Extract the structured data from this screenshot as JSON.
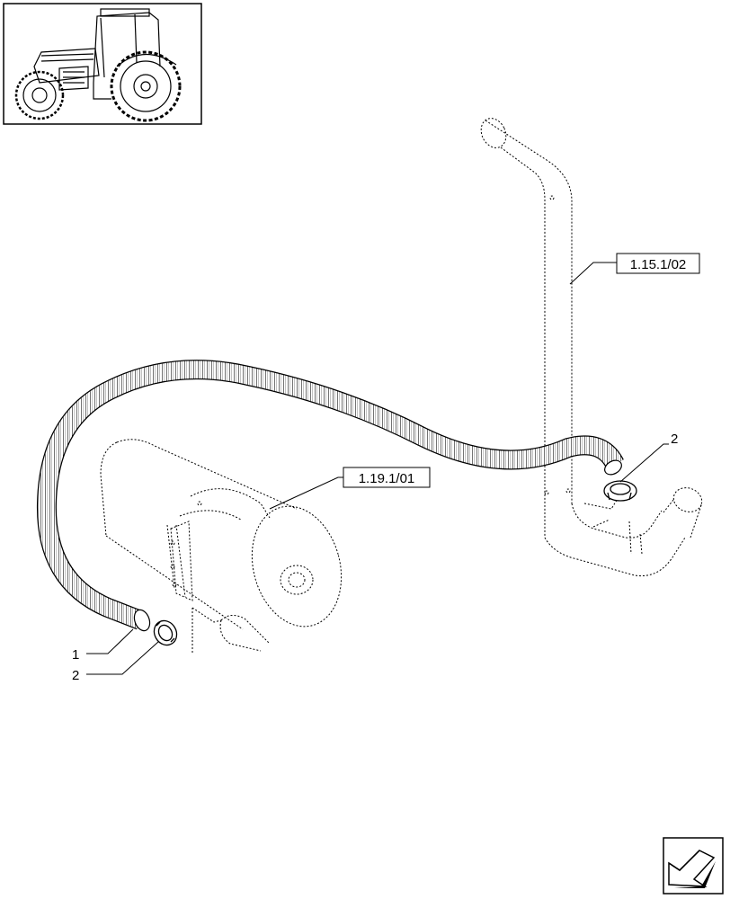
{
  "references": {
    "exhaust_pipe": "1.15.1/02",
    "air_cleaner": "1.19.1/01"
  },
  "callouts": {
    "hose": "1",
    "clamp_lower": "2",
    "clamp_upper": "2"
  },
  "icons": {
    "thumbnail": "tractor-icon",
    "navigation": "arrow-icon"
  },
  "colors": {
    "line": "#000000",
    "background": "#ffffff"
  }
}
